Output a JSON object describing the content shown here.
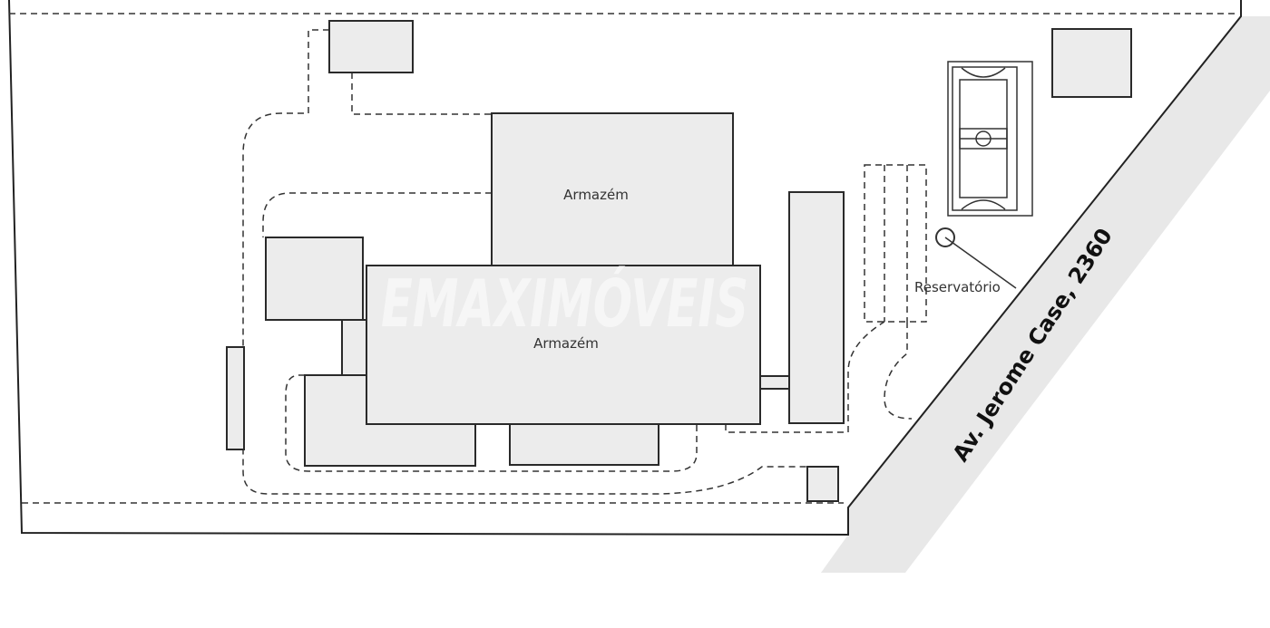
{
  "labels": {
    "warehouse_upper": "Armazém",
    "warehouse_lower": "Armazém",
    "reservoir": "Reservatório",
    "street": "Av. Jerome Case, 2360"
  },
  "watermark": "EMAXIMÓVEIS",
  "colors": {
    "building_fill": "#ececec",
    "street_band": "#e8e8e8",
    "line": "#2a2a2a"
  }
}
